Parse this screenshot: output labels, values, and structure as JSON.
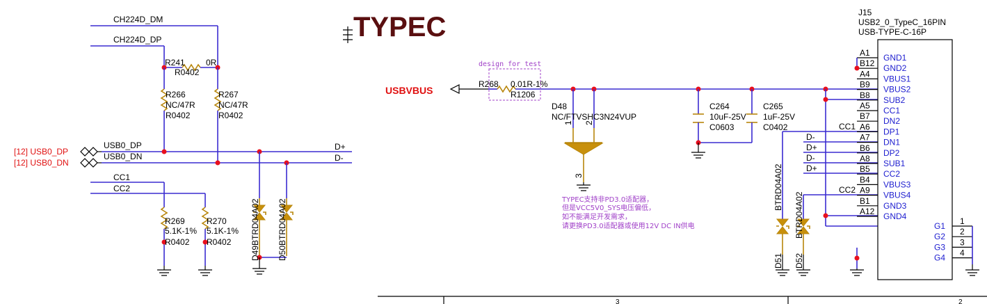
{
  "title": "TYPEC",
  "connector": {
    "ref": "J15",
    "value": "USB2_0_TypeC_16PIN",
    "footprint": "USB-TYPE-C-16P",
    "pins_left": [
      {
        "num": "A1",
        "name": "GND1"
      },
      {
        "num": "B12",
        "name": "GND2"
      },
      {
        "num": "A4",
        "name": "VBUS1"
      },
      {
        "num": "B9",
        "name": "VBUS2"
      },
      {
        "num": "B8",
        "name": "SUB2"
      },
      {
        "num": "A5",
        "name": "CC1"
      },
      {
        "num": "B7",
        "name": "DN2"
      },
      {
        "num": "A6",
        "name": "DP1"
      },
      {
        "num": "A7",
        "name": "DN1"
      },
      {
        "num": "B6",
        "name": "DP2"
      },
      {
        "num": "A8",
        "name": "SUB1"
      },
      {
        "num": "B5",
        "name": "CC2"
      },
      {
        "num": "B4",
        "name": "VBUS3"
      },
      {
        "num": "A9",
        "name": "VBUS4"
      },
      {
        "num": "B1",
        "name": "GND3"
      },
      {
        "num": "A12",
        "name": "GND4"
      }
    ],
    "pins_right": [
      {
        "num": "1",
        "name": "G1"
      },
      {
        "num": "2",
        "name": "G2"
      },
      {
        "num": "3",
        "name": "G3"
      },
      {
        "num": "4",
        "name": "G4"
      }
    ],
    "wire_labels": [
      "CC1",
      "D-",
      "D+",
      "D-",
      "D+",
      "CC2"
    ]
  },
  "nets": {
    "ch224d_dm": "CH224D_DM",
    "ch224d_dp": "CH224D_DP",
    "usb0_dp_wire": "USB0_DP",
    "usb0_dn_wire": "USB0_DN",
    "usb0_dp_port": "[12]  USB0_DP",
    "usb0_dn_port": "[12]  USB0_DN",
    "dplus": "D+",
    "dminus": "D-",
    "cc1": "CC1",
    "cc2": "CC2",
    "usbvbus": "USBVBUS"
  },
  "components": {
    "r241": {
      "ref": "R241",
      "value": "0R",
      "pkg": "R0402"
    },
    "r266": {
      "ref": "R266",
      "value": "NC/47R",
      "pkg": "R0402"
    },
    "r267": {
      "ref": "R267",
      "value": "NC/47R",
      "pkg": "R0402"
    },
    "r269": {
      "ref": "R269",
      "value": "5.1K-1%",
      "pkg": "R0402"
    },
    "r270": {
      "ref": "R270",
      "value": "5.1K-1%",
      "pkg": "R0402"
    },
    "d49": {
      "ref": "D49",
      "value": "BTRD04A02"
    },
    "d50": {
      "ref": "D50",
      "value": "BTRD04A02"
    },
    "r268": {
      "ref": "R268",
      "value": "0.01R-1%",
      "pkg": "R1206"
    },
    "d48": {
      "ref": "D48",
      "value": "NC/FTVSHC3N24VUP",
      "pins": [
        "1",
        "2",
        "3"
      ]
    },
    "c264": {
      "ref": "C264",
      "value": "10uF-25V",
      "pkg": "C0603"
    },
    "c265": {
      "ref": "C265",
      "value": "1uF-25V",
      "pkg": "C0402"
    },
    "d51": {
      "ref": "D51",
      "value": "BTRD04A02"
    },
    "d52": {
      "ref": "D52",
      "value": "BTRD04A02"
    }
  },
  "design_for_test": "design for test",
  "note": [
    "TYPEC支持非PD3.0适配器，",
    "但是VCC5V0_SYS电压偏低，",
    "如不能满足开发需求，",
    "请更换PD3.0适配器或使用12V DC IN供电"
  ],
  "frame": {
    "zone_mid": "3",
    "zone_right": "2"
  }
}
